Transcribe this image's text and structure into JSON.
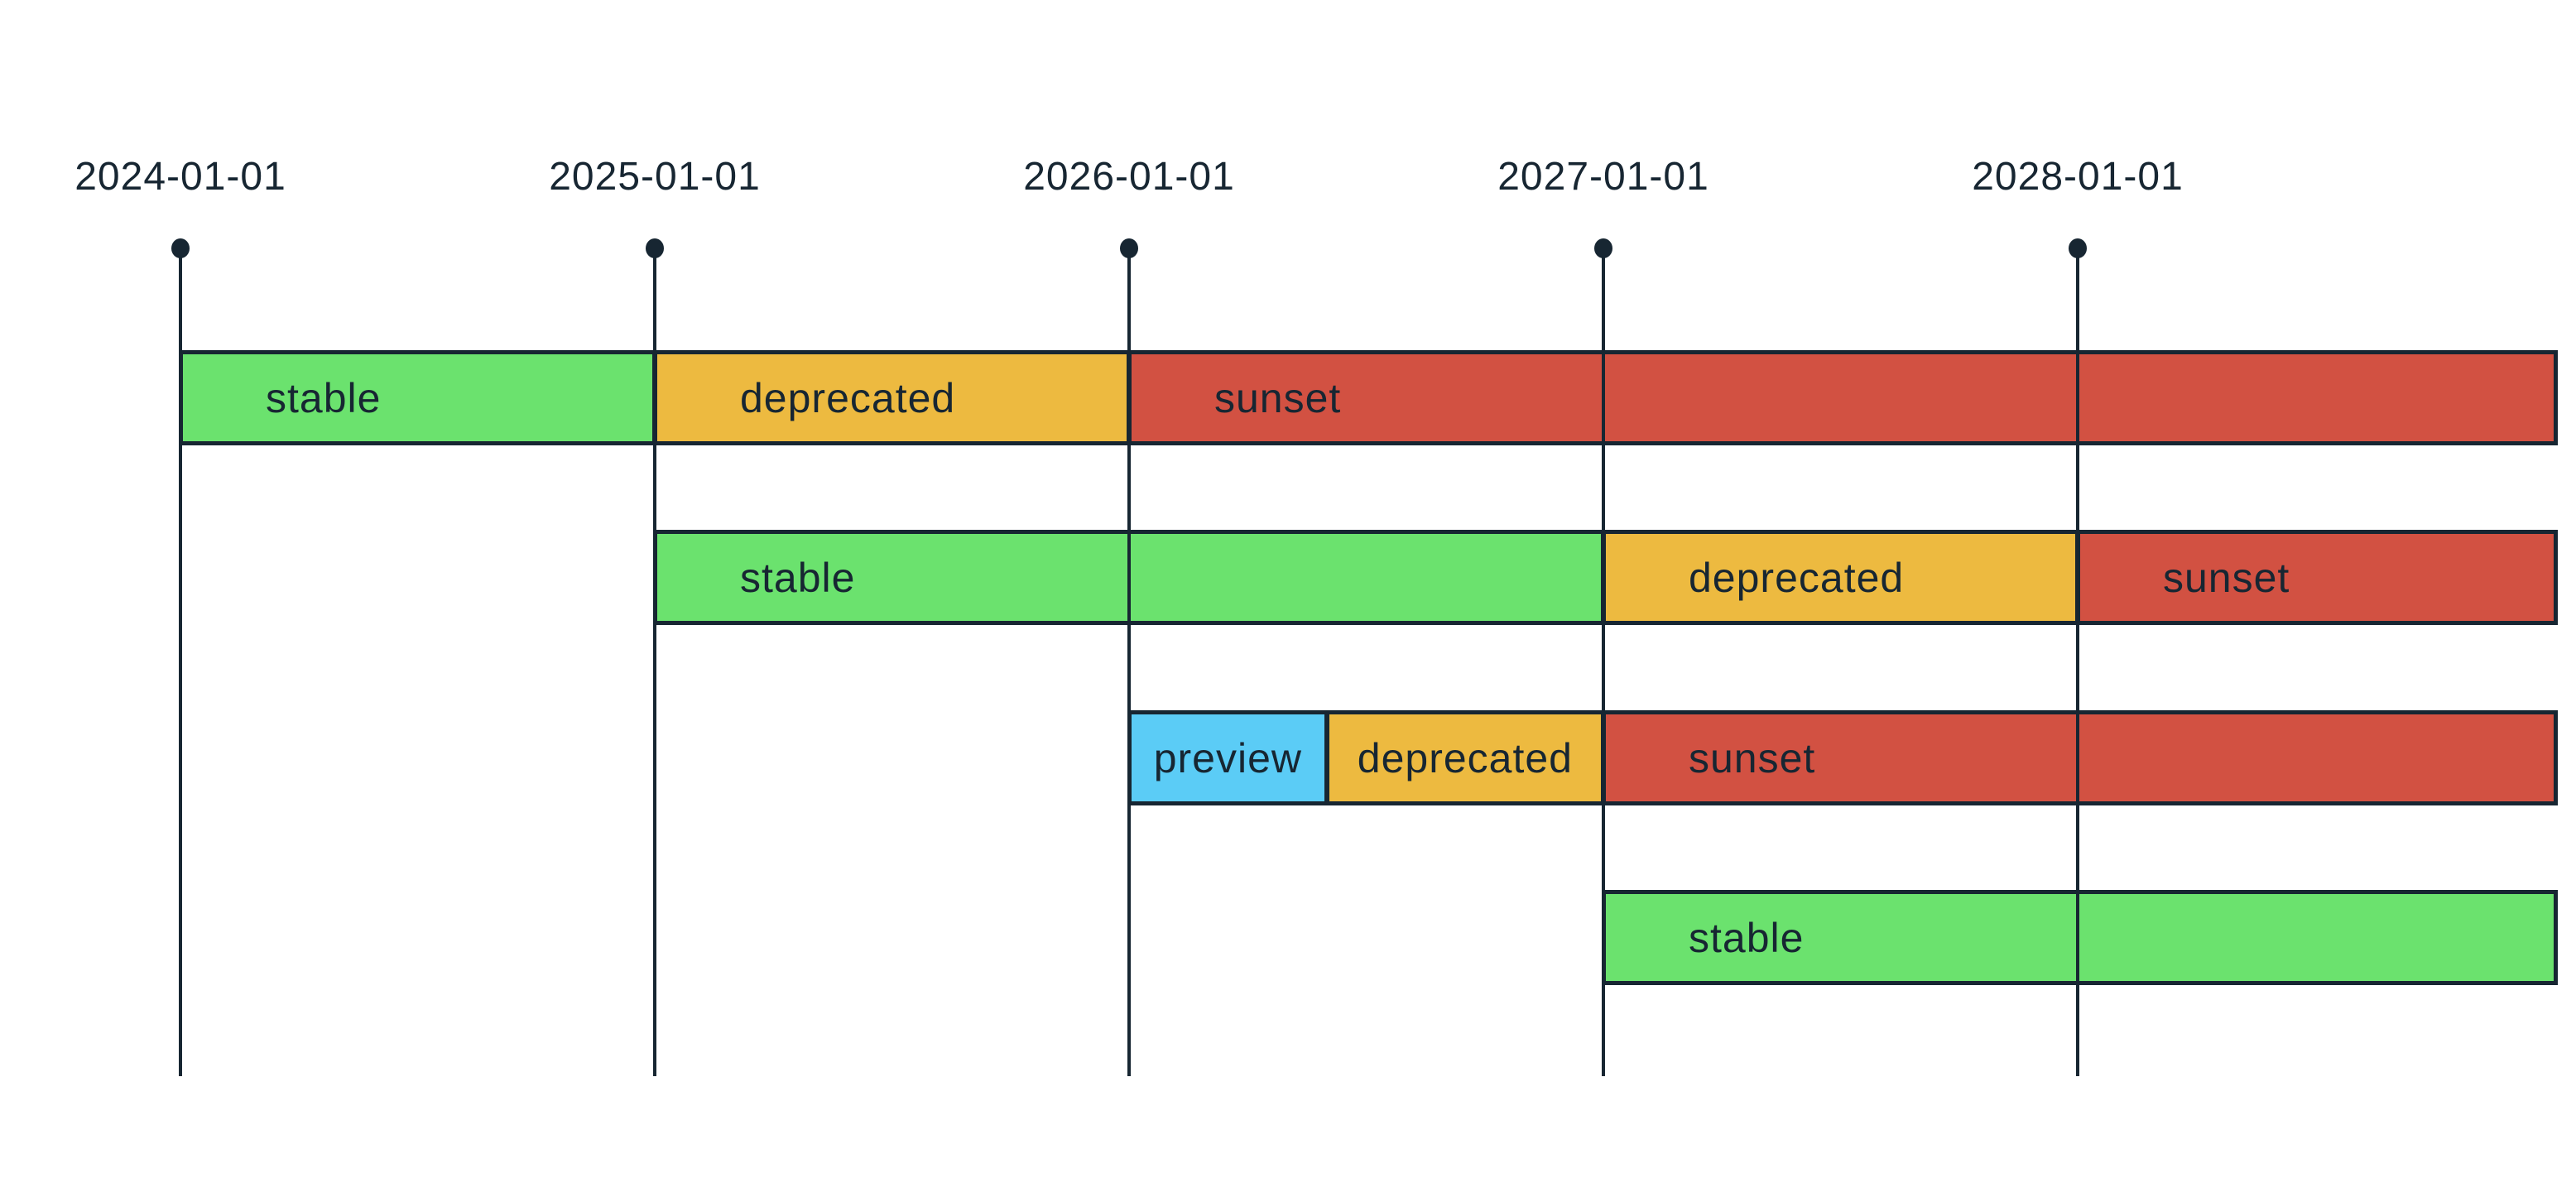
{
  "palette": {
    "ink": "#172632",
    "background": "#ffffff",
    "stable": "#6BE26E",
    "deprecated": "#EDBA40",
    "sunset": "#D25142",
    "preview": "#5BCCF6"
  },
  "chart_data": {
    "type": "bar",
    "subtype": "gantt-lifecycle-timeline",
    "title": "",
    "xlabel": "",
    "ylabel": "",
    "grid": "vertical year gridlines topped with dot markers",
    "legend_position": "none",
    "x_axis": {
      "tick_labels": [
        "2024-01-01",
        "2025-01-01",
        "2026-01-01",
        "2027-01-01",
        "2028-01-01"
      ],
      "range_start": "2024-01-01",
      "range_end": "right-edge"
    },
    "series": [
      {
        "name": "row-1",
        "phases": [
          {
            "phase": "stable",
            "start": "2024-01-01",
            "end": "2025-01-01",
            "label_align": "left"
          },
          {
            "phase": "deprecated",
            "start": "2025-01-01",
            "end": "2026-01-01",
            "label_align": "left"
          },
          {
            "phase": "sunset",
            "start": "2026-01-01",
            "end": "right-edge",
            "label_align": "left"
          }
        ]
      },
      {
        "name": "row-2",
        "phases": [
          {
            "phase": "stable",
            "start": "2025-01-01",
            "end": "2027-01-01",
            "label_align": "left"
          },
          {
            "phase": "deprecated",
            "start": "2027-01-01",
            "end": "2028-01-01",
            "label_align": "left"
          },
          {
            "phase": "sunset",
            "start": "2028-01-01",
            "end": "right-edge",
            "label_align": "left"
          }
        ]
      },
      {
        "name": "row-3",
        "phases": [
          {
            "phase": "preview",
            "start": "2026-01-01",
            "end": "2026-06-01",
            "label_align": "center"
          },
          {
            "phase": "deprecated",
            "start": "2026-06-01",
            "end": "2027-01-01",
            "label_align": "center"
          },
          {
            "phase": "sunset",
            "start": "2027-01-01",
            "end": "right-edge",
            "label_align": "left"
          }
        ]
      },
      {
        "name": "row-4",
        "phases": [
          {
            "phase": "stable",
            "start": "2027-01-01",
            "end": "right-edge",
            "label_align": "left"
          }
        ]
      }
    ]
  }
}
